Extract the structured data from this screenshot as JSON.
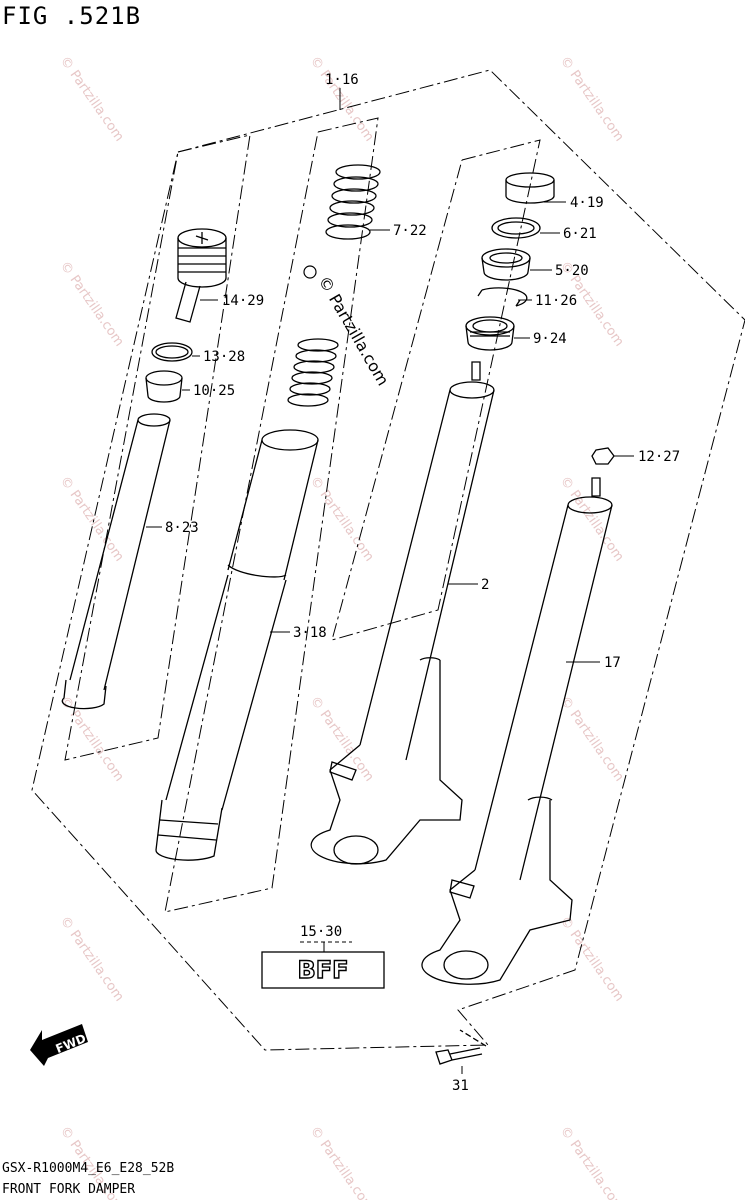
{
  "figure": {
    "title": "FIG .521B"
  },
  "callouts": [
    {
      "id": "c-1-16",
      "text": "1·16"
    },
    {
      "id": "c-4-19",
      "text": "4·19"
    },
    {
      "id": "c-6-21",
      "text": "6·21"
    },
    {
      "id": "c-5-20",
      "text": "5·20"
    },
    {
      "id": "c-11-26",
      "text": "11·26"
    },
    {
      "id": "c-9-24",
      "text": "9·24"
    },
    {
      "id": "c-7-22",
      "text": "7·22"
    },
    {
      "id": "c-14-29",
      "text": "14·29"
    },
    {
      "id": "c-13-28",
      "text": "13·28"
    },
    {
      "id": "c-10-25",
      "text": "10·25"
    },
    {
      "id": "c-8-23",
      "text": "8·23"
    },
    {
      "id": "c-3-18",
      "text": "3·18"
    },
    {
      "id": "c-2",
      "text": "2"
    },
    {
      "id": "c-12-27",
      "text": "12·27"
    },
    {
      "id": "c-17",
      "text": "17"
    },
    {
      "id": "c-15-30",
      "text": "15·30"
    },
    {
      "id": "c-31",
      "text": "31"
    }
  ],
  "decal": {
    "text": "BFF"
  },
  "fwd": {
    "text": "FWD"
  },
  "watermark": {
    "text": "© Partzilla.com"
  },
  "footer": {
    "code": "GSX-R1000M4_E6_E28_52B",
    "name": "FRONT FORK DAMPER"
  }
}
